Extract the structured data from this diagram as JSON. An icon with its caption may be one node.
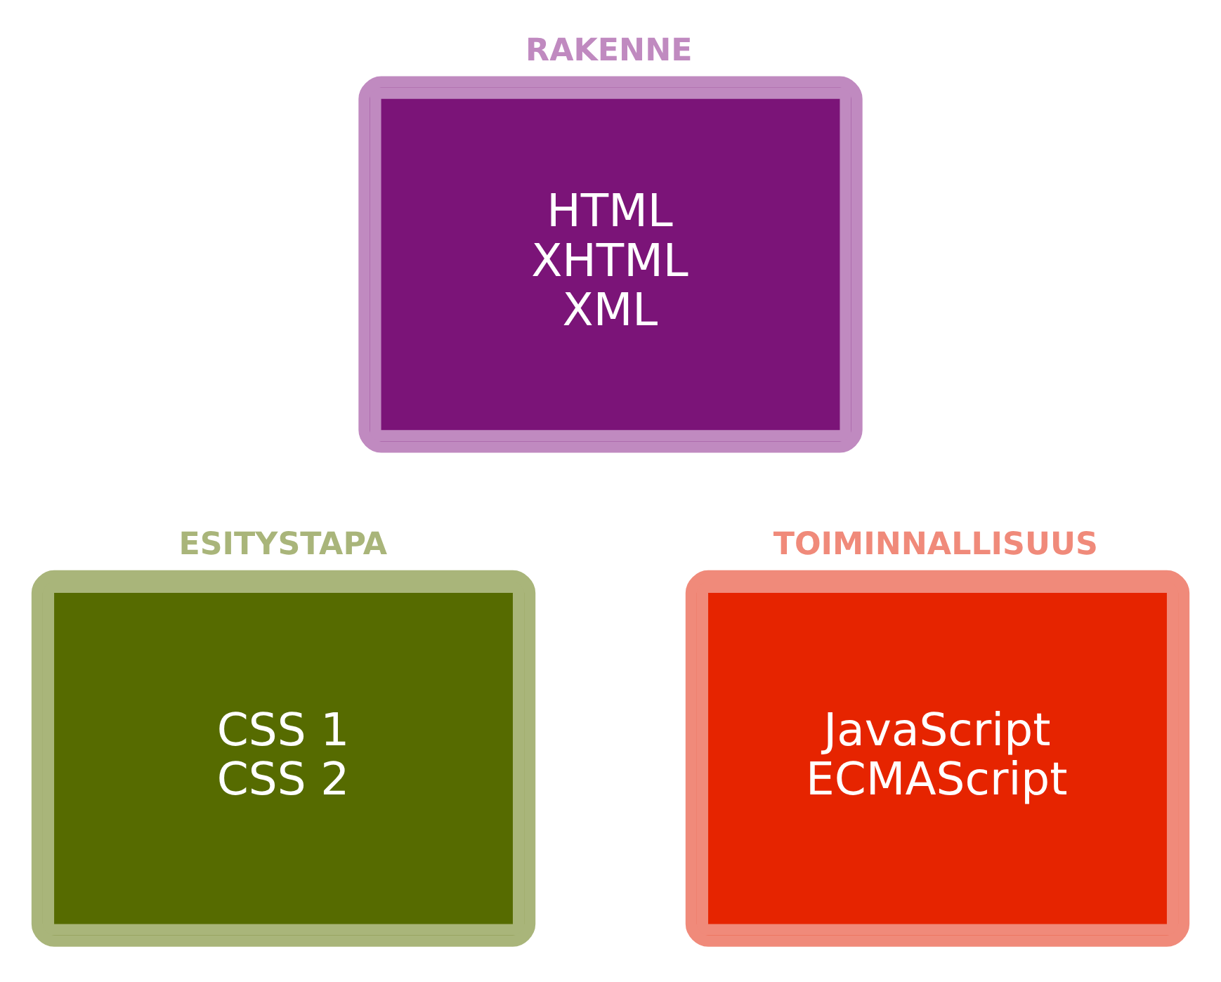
{
  "diagram": {
    "nodes": [
      {
        "text": [
          "RAKENNE",
          "HTML",
          "XHTML",
          "XML"
        ]
      },
      {
        "text": [
          "ESITYSTAPA",
          "CSS 1",
          "CSS 2"
        ]
      },
      {
        "text": [
          "TOIMINNALLISUUS",
          "JavaScript",
          "ECMAScript"
        ]
      }
    ],
    "edges": []
  }
}
